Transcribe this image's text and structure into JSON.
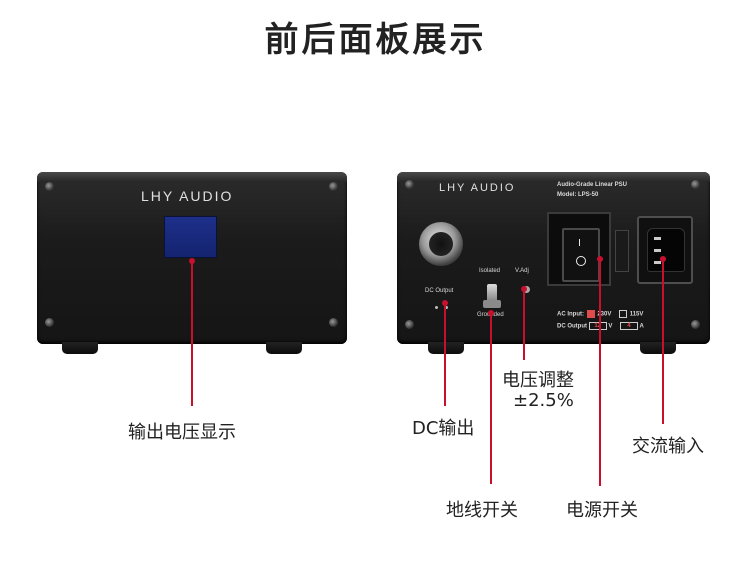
{
  "title": "前后面板展示",
  "front_panel": {
    "brand": "LHY AUDIO",
    "display_label": "输出电压显示"
  },
  "back_panel": {
    "brand": "LHY AUDIO",
    "product_line": "Audio-Grade Linear PSU",
    "model": "Model: LPS-50",
    "dc_output_port_label": "DC Output",
    "switch_top_label": "Isolated",
    "switch_bottom_label": "Grounded",
    "vadj_label": "V.Adj",
    "ac_input_label": "AC Input:",
    "ac_option_1": "230V",
    "ac_option_2": "115V",
    "dc_output_row_label": "DC Output",
    "dc_output_voltage": "12",
    "dc_output_voltage_unit": "V",
    "dc_output_current": "4",
    "dc_output_current_unit": "A",
    "rocker_on_symbol": "I"
  },
  "callouts": {
    "dc_output": "DC输出",
    "ground_switch": "地线开关",
    "voltage_adjust_line1": "电压调整",
    "voltage_adjust_line2": "±2.5%",
    "power_switch": "电源开关",
    "ac_input": "交流输入"
  },
  "colors": {
    "callout_line": "#c8102e",
    "display_blue": "#1d2f8a",
    "chassis": "#1b1b1b"
  }
}
